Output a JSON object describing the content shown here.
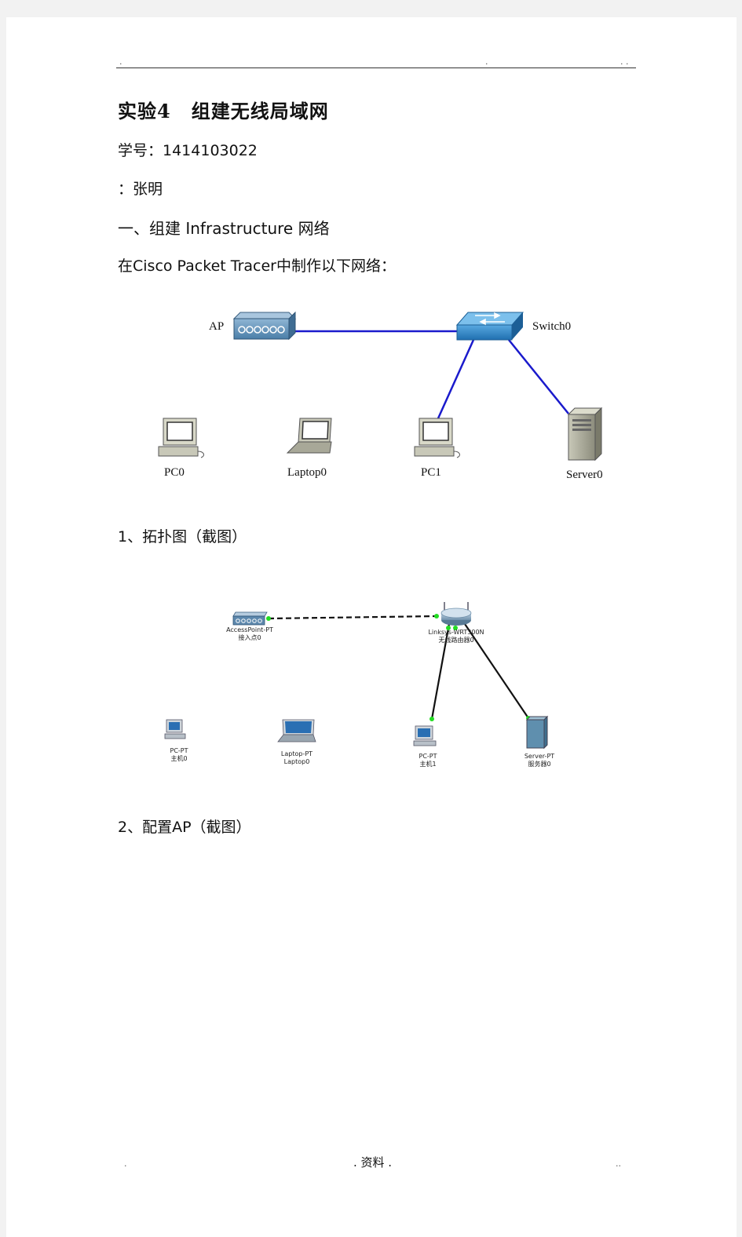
{
  "header": {
    "dot_left": ".",
    "dot_mid": ".",
    "dot_right": ". ."
  },
  "doc": {
    "title_num": "实验4",
    "title_text": "组建无线局域网",
    "student_id": "学号：1414103022",
    "name": "：张明",
    "section1": "一、组建 Infrastructure 网络",
    "instruction": "在Cisco Packet Tracer中制作以下网络：",
    "step1": "1、拓扑图（截图）",
    "step2": "2、配置AP（截图）"
  },
  "diagram1": {
    "ap": "AP",
    "switch": "Switch0",
    "pc0": "PC0",
    "laptop": "Laptop0",
    "pc1": "PC1",
    "server": "Server0",
    "link_color": "#1a1acc"
  },
  "diagram2": {
    "ap_type": "AccessPoint-PT",
    "ap_name": "接入点0",
    "router_type": "Linksys-WRT300N",
    "router_name": "无线路由器0",
    "pc0_type": "PC-PT",
    "pc0_name": "主机0",
    "laptop_type": "Laptop-PT",
    "laptop_name": "Laptop0",
    "pc1_type": "PC-PT",
    "pc1_name": "主机1",
    "server_type": "Server-PT",
    "server_name": "服务器0"
  },
  "footer": {
    "dot_left": ".",
    "text": ". 资料 .",
    "dot_right": ".."
  }
}
